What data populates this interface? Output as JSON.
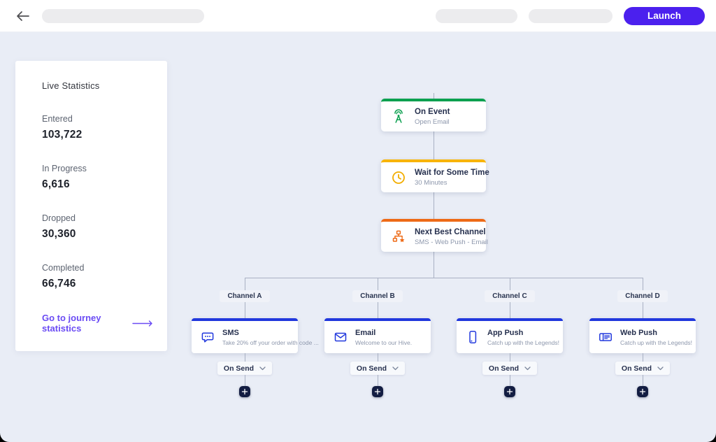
{
  "header": {
    "launch_label": "Launch"
  },
  "stats": {
    "title": "Live Statistics",
    "items": [
      {
        "label": "Entered",
        "value": "103,722"
      },
      {
        "label": "In Progress",
        "value": "6,616"
      },
      {
        "label": "Dropped",
        "value": "30,360"
      },
      {
        "label": "Completed",
        "value": "66,746"
      }
    ],
    "link_label": "Go to journey statistics"
  },
  "flow": {
    "nodes": [
      {
        "title": "On Event",
        "subtitle": "Open Email",
        "icon": "antenna-icon",
        "accent": "#0ba04f"
      },
      {
        "title": "Wait for Some Time",
        "subtitle": "30 Minutes",
        "icon": "clock-icon",
        "accent": "#f8b400"
      },
      {
        "title": "Next Best Channel",
        "subtitle": "SMS - Web Push - Email",
        "icon": "hierarchy-star-icon",
        "accent": "#ee6a16"
      }
    ],
    "channels": [
      {
        "branch_label": "Channel A",
        "title": "SMS",
        "subtitle": "Take 20% off your order with code ...",
        "icon": "sms-icon",
        "action_label": "On Send"
      },
      {
        "branch_label": "Channel B",
        "title": "Email",
        "subtitle": "Welcome to our Hive.",
        "icon": "email-icon",
        "action_label": "On Send"
      },
      {
        "branch_label": "Channel C",
        "title": "App Push",
        "subtitle": "Catch up with the Legends!",
        "icon": "app-push-icon",
        "action_label": "On Send"
      },
      {
        "branch_label": "Channel D",
        "title": "Web Push",
        "subtitle": "Catch up with the Legends!",
        "icon": "web-push-icon",
        "action_label": "On Send"
      }
    ],
    "channel_accent": "#2138dd"
  },
  "colors": {
    "canvas_bg": "#e9edf6",
    "launch_button": "#4b20ee",
    "link_purple": "#6a4bf4",
    "node_green": "#0ba04f",
    "node_yellow": "#f8b400",
    "node_orange": "#ee6a16",
    "node_blue": "#2138dd",
    "plus_navy": "#131d42",
    "connector": "#a9b1c3"
  }
}
